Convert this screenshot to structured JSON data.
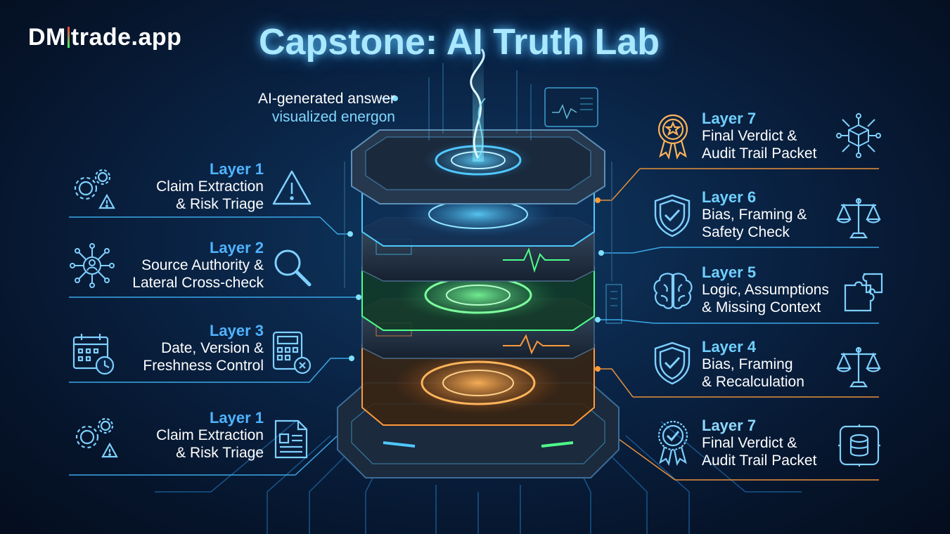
{
  "brand": {
    "prefix": "DM",
    "suffix": "trade.app"
  },
  "title": "Capstone: AI Truth Lab",
  "energon": {
    "line1": "AI-generated answer",
    "line2": "visualized energon"
  },
  "left_layers": [
    {
      "title": "Layer 1",
      "line1": "Claim Extraction",
      "line2": "& Risk Triage",
      "icon_left": "gears-warning-icon",
      "icon_right": "warning-triangle-icon"
    },
    {
      "title": "Layer 2",
      "line1": "Source Authority &",
      "line2": "Lateral Cross-check",
      "icon_left": "network-user-icon",
      "icon_right": "magnifier-icon"
    },
    {
      "title": "Layer 3",
      "line1": "Date, Version &",
      "line2": "Freshness Control",
      "icon_left": "calendar-clock-icon",
      "icon_right": "calculator-icon"
    },
    {
      "title": "Layer 1",
      "line1": "Claim Extraction",
      "line2": "& Risk Triage",
      "icon_left": "gears-warning-icon",
      "icon_right": "document-icon"
    }
  ],
  "right_layers": [
    {
      "title": "Layer 7",
      "line1": "Final Verdict &",
      "line2": "Audit Trail Packet",
      "icon_left": "award-star-icon",
      "icon_right": "cube-network-icon"
    },
    {
      "title": "Layer 6",
      "line1": "Bias, Framing &",
      "line2": "Safety Check",
      "icon_left": "shield-check-icon",
      "icon_right": "scales-icon"
    },
    {
      "title": "Layer 5",
      "line1": "Logic, Assumptions",
      "line2": "& Missing Context",
      "icon_left": "brain-icon",
      "icon_right": "puzzle-icon"
    },
    {
      "title": "Layer 4",
      "line1": "Bias, Framing",
      "line2": "& Recalculation",
      "icon_left": "shield-check-icon",
      "icon_right": "scales-icon"
    },
    {
      "title": "Layer 7",
      "line1": "Final Verdict &",
      "line2": "Audit Trail Packet",
      "icon_left": "award-check-icon",
      "icon_right": "database-icon"
    }
  ],
  "colors": {
    "cyan": "#4fc8ff",
    "green": "#4dff8a",
    "orange": "#ff9a3a",
    "bg": "#07182f"
  }
}
